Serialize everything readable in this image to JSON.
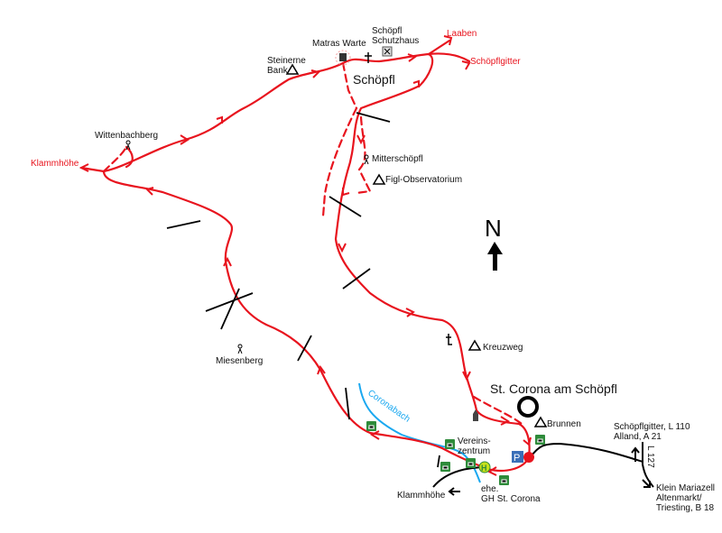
{
  "title": "Schöpfl",
  "places": {
    "matras_warte": "Matras Warte",
    "schutzhaus_1": "Schöpfl",
    "schutzhaus_2": "Schutzhaus",
    "laaben": "Laaben",
    "schoepflgitter": "Schöpflgitter",
    "steinerne_1": "Steinerne",
    "steinerne_2": "Bank",
    "wittenbachberg": "Wittenbachberg",
    "klammhoehe_w": "Klammhöhe",
    "mitterschoepfl": "Mitterschöpfl",
    "figl": "Figl-Observatorium",
    "kreuzweg": "Kreuzweg",
    "miesenberg": "Miesenberg",
    "st_corona": "St. Corona am Schöpfl",
    "brunnen": "Brunnen",
    "coronabach": "Coronabach",
    "vereins_1": "Vereins-",
    "vereins_2": "zentrum",
    "ehe_1": "ehe.",
    "ehe_2": "GH St. Corona",
    "klammhoehe_s": "Klammhöhe",
    "dir1_1": "Schöpflgitter, L 110",
    "dir1_2": "Alland, A 21",
    "l127": "L 127",
    "dir2_1": "Klein Mariazell",
    "dir2_2": "Altenmarkt/",
    "dir2_3": "Triesting, B 18"
  },
  "north": "N",
  "parking": "P",
  "bus": "H",
  "colors": {
    "route": "#e8141e",
    "creek": "#1aa8f0",
    "icon_green": "#2e8b3a",
    "parking": "#3a6fb8"
  }
}
